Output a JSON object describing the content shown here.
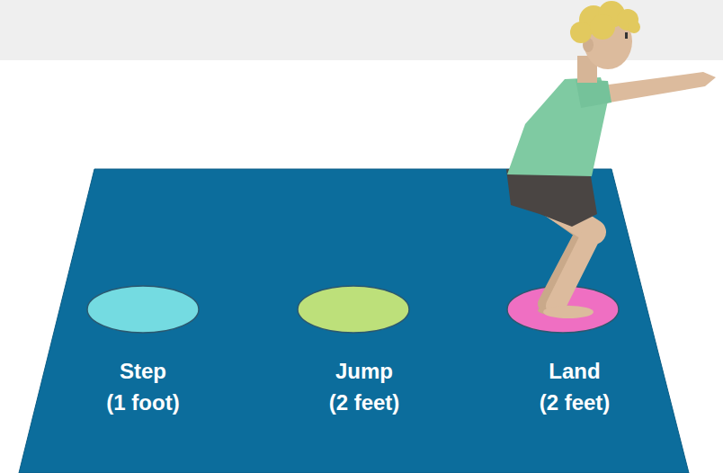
{
  "diagram": {
    "nodes": [
      {
        "text": [
          "Step",
          "(1 foot)"
        ]
      },
      {
        "text": [
          "Jump",
          "(2 feet)"
        ]
      },
      {
        "text": [
          "Land",
          "(2 feet)"
        ]
      }
    ]
  }
}
